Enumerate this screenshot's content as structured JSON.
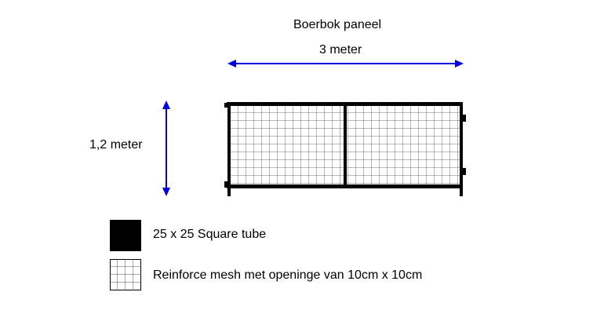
{
  "title": "Boerbok paneel",
  "width_label": "3 meter",
  "height_label": "1,2 meter",
  "legend": [
    {
      "icon": "solid-square-icon",
      "label": "25 x 25 Square tube"
    },
    {
      "icon": "mesh-grid-icon",
      "label": "Reinforce mesh met openinge van 10cm x 10cm"
    }
  ],
  "colors": {
    "arrow": "#0000e0",
    "frame": "#000000",
    "mesh": "#707070"
  }
}
